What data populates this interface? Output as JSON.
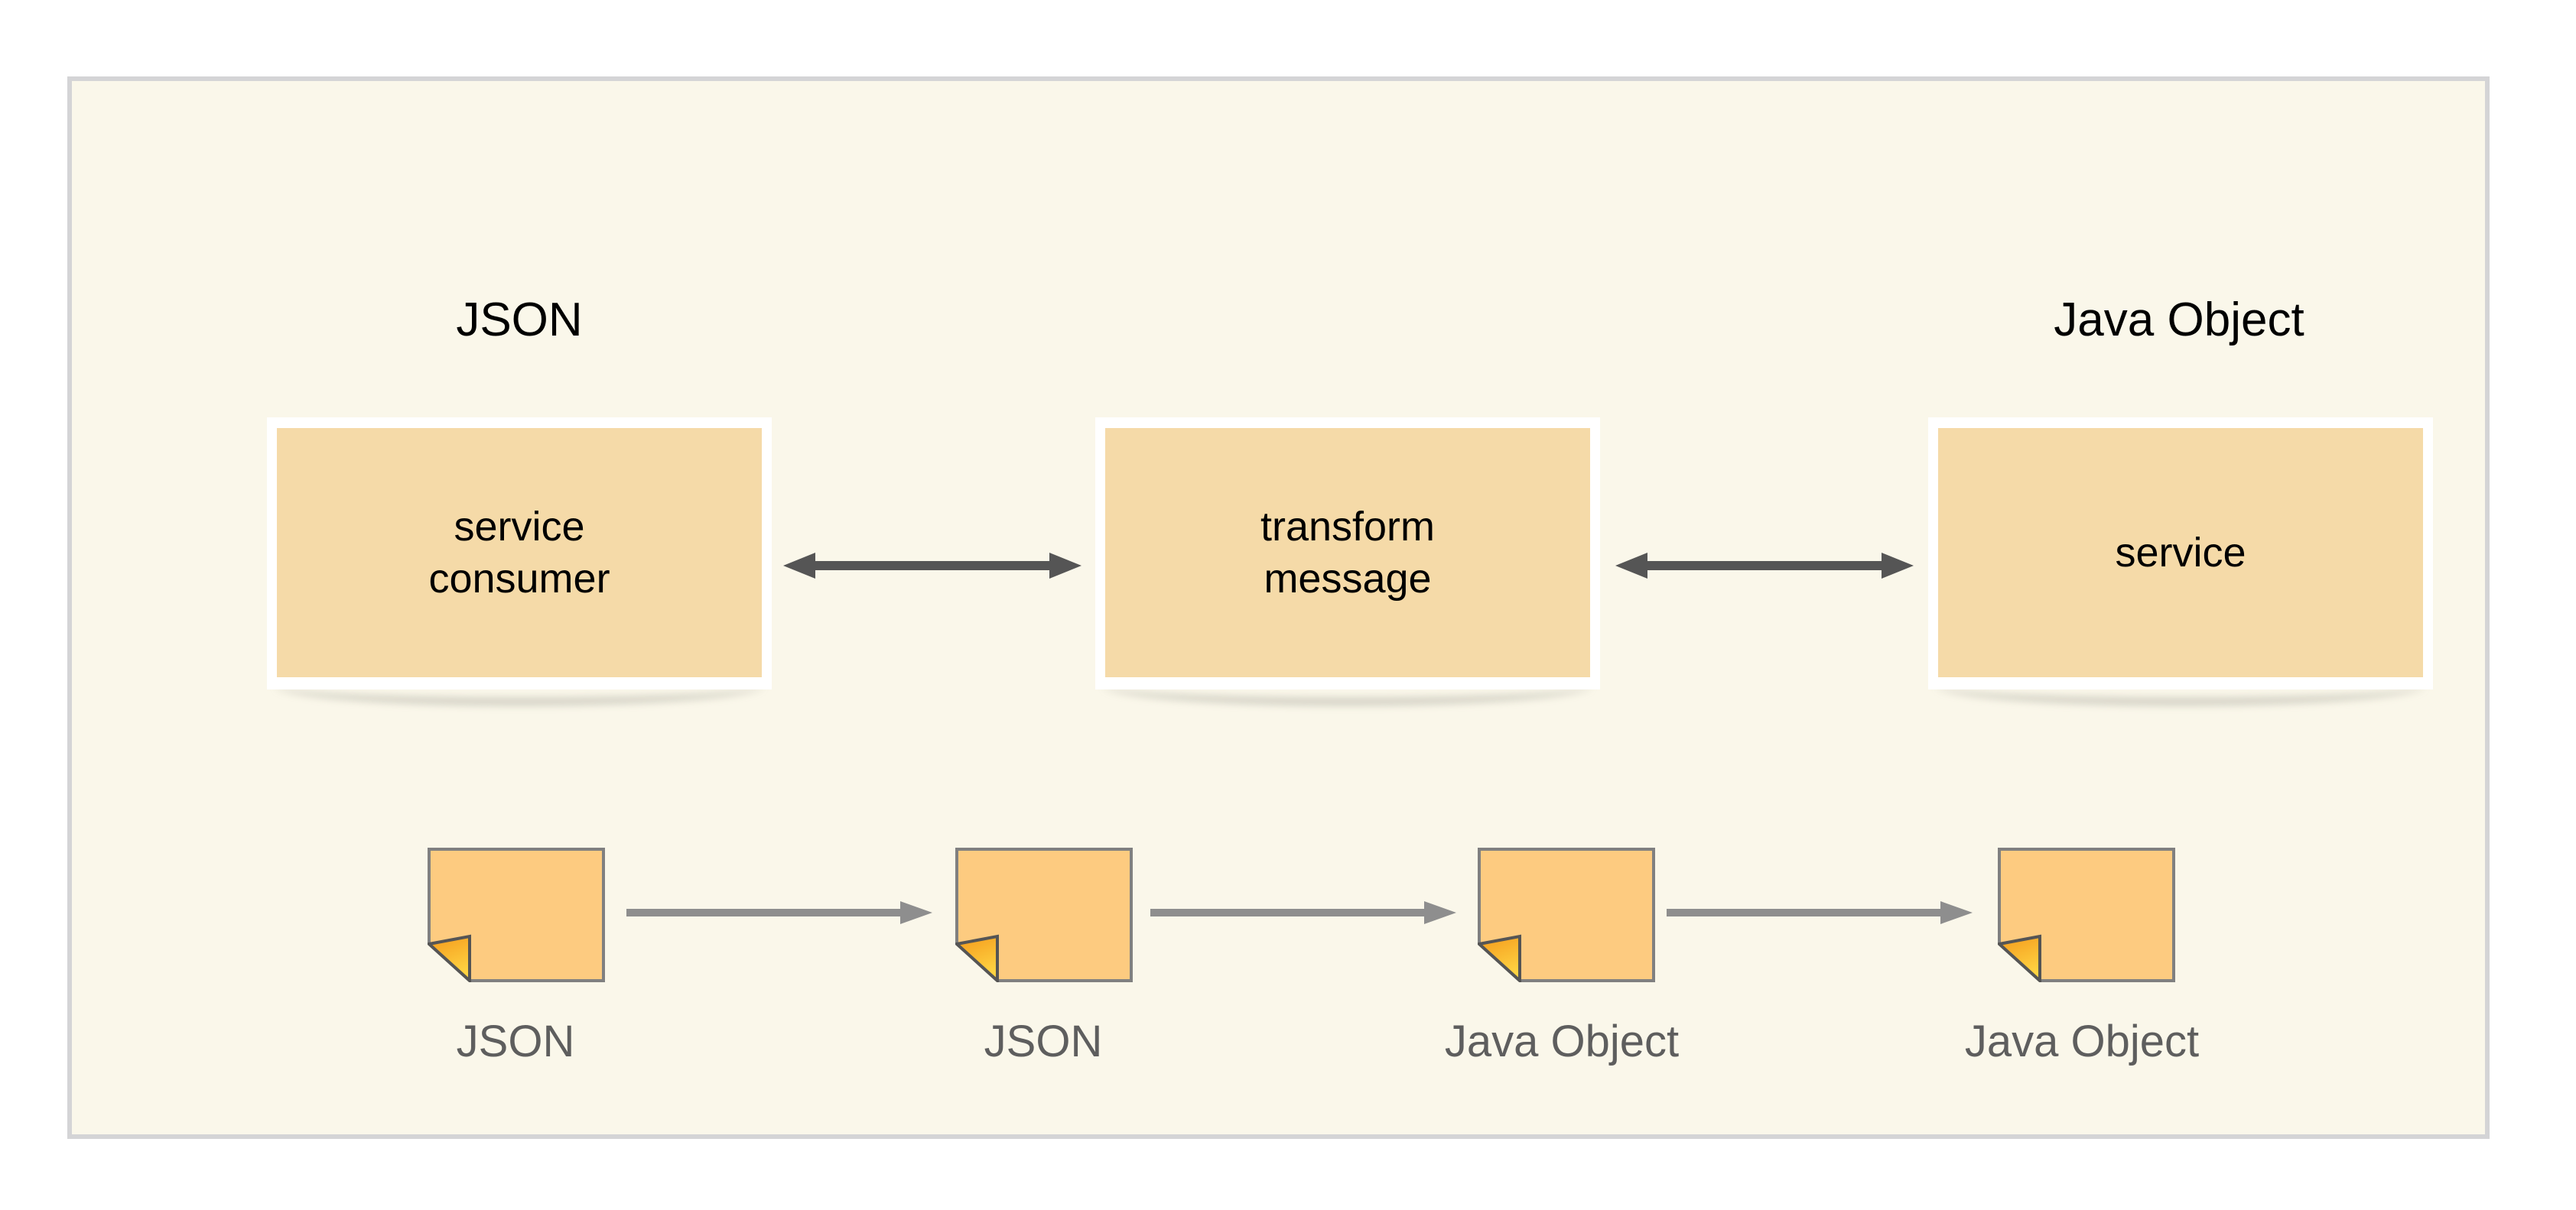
{
  "diagram": {
    "background_color": "#faf7ea",
    "frame_border_color": "#d4d4d6",
    "box_fill_color": "#f5daa8",
    "note_fill_color": "#fdcb80",
    "note_border_color": "#808080",
    "note_fold_color": "#f5a623",
    "arrow_color_top": "#555555",
    "arrow_color_bottom": "#8e8e8e",
    "caption_color": "#5e5e5e",
    "top_labels": [
      {
        "text": "JSON"
      },
      {
        "text": "Java Object"
      }
    ],
    "boxes": [
      {
        "text": "service\nconsumer"
      },
      {
        "text": "transform\nmessage"
      },
      {
        "text": "service"
      }
    ],
    "top_connectors": [
      {
        "kind": "double-arrow",
        "from": "service consumer",
        "to": "transform message"
      },
      {
        "kind": "double-arrow",
        "from": "transform message",
        "to": "service"
      }
    ],
    "notes": [
      {
        "caption": "JSON",
        "icon": "note-document-icon"
      },
      {
        "caption": "JSON",
        "icon": "note-document-icon"
      },
      {
        "caption": "Java Object",
        "icon": "note-document-icon"
      },
      {
        "caption": "Java Object",
        "icon": "note-document-icon"
      }
    ],
    "note_connectors": [
      {
        "kind": "arrow",
        "from": "JSON",
        "to": "JSON"
      },
      {
        "kind": "arrow",
        "from": "JSON",
        "to": "Java Object"
      },
      {
        "kind": "arrow",
        "from": "Java Object",
        "to": "Java Object"
      }
    ]
  }
}
